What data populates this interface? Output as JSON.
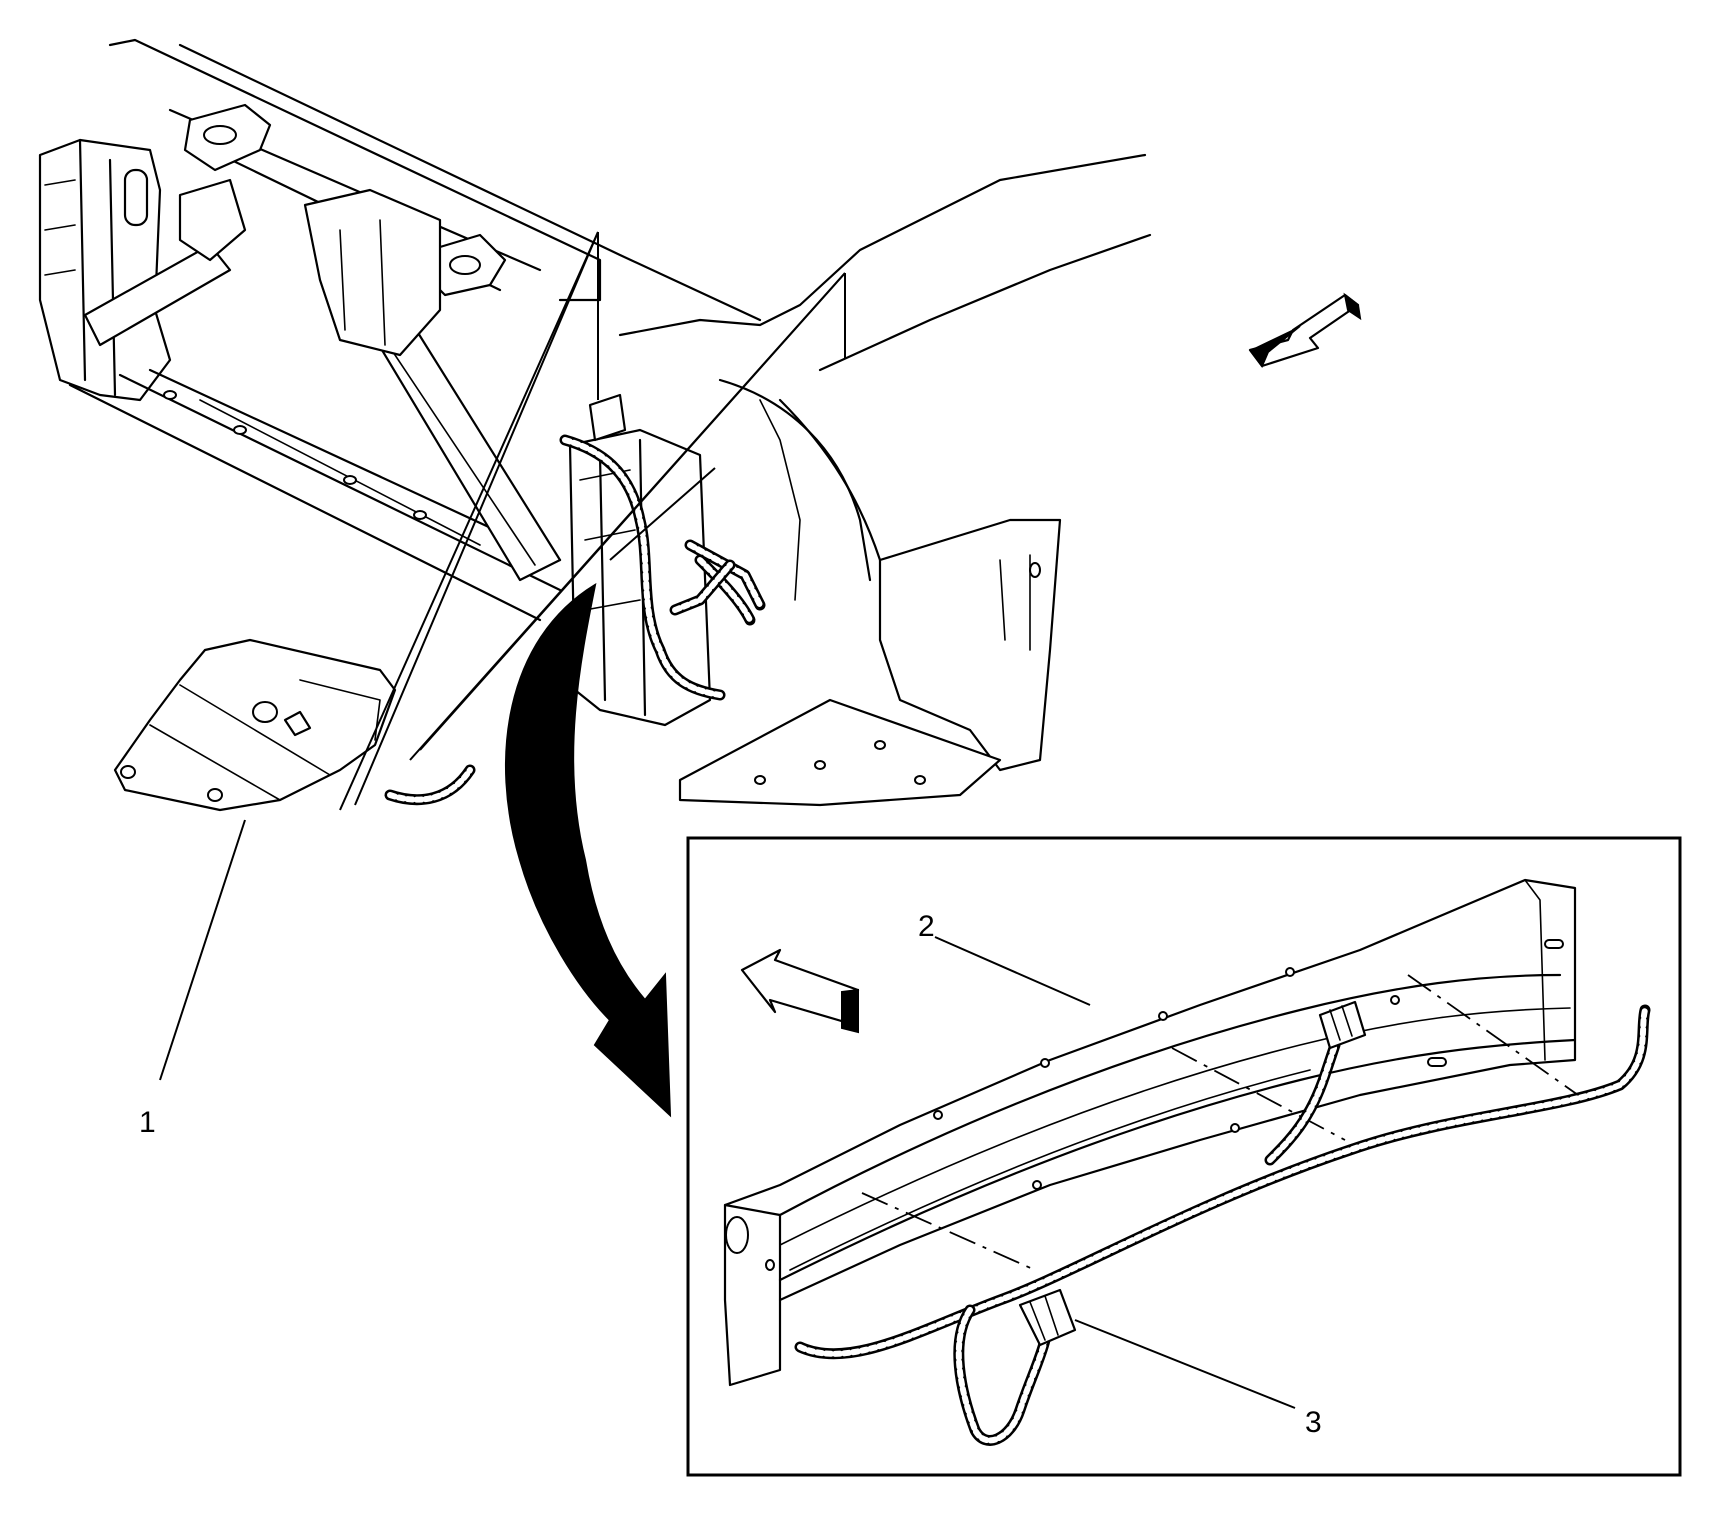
{
  "figure": {
    "callouts": [
      {
        "id": "1",
        "label": "1"
      },
      {
        "id": "2",
        "label": "2"
      },
      {
        "id": "3",
        "label": "3"
      }
    ],
    "colors": {
      "line": "#000000",
      "background": "#ffffff"
    },
    "icons": {
      "direction_arrow_main": "front-direction-arrow-icon",
      "direction_arrow_inset": "front-direction-arrow-icon",
      "view_transfer_arrow": "curved-detail-arrow-icon"
    }
  }
}
